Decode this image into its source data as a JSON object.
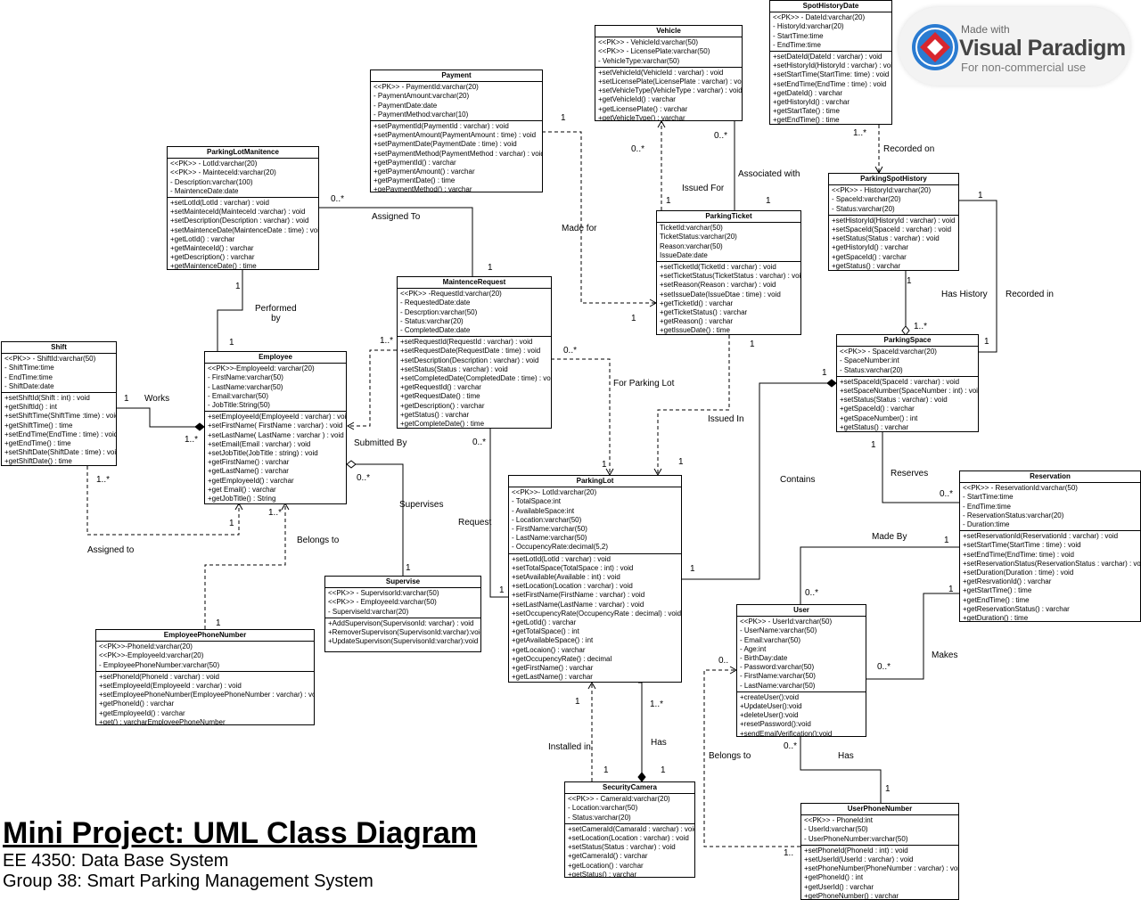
{
  "title": "Mini Project: UML Class Diagram",
  "subtitle1": "EE 4350: Data Base System",
  "subtitle2": "Group 38: Smart Parking Management System",
  "watermark": {
    "small": "Made with",
    "brand": "Visual Paradigm",
    "note": "For non-commercial use"
  },
  "classes": {
    "vehicle": {
      "name": "Vehicle",
      "attrs": [
        "<<PK>> - VehicleId:varchar(50)",
        "<<PK>> - LicensePlate:varchar(50)",
        "- VehicleType:varchar(50)"
      ],
      "methods": [
        "+setVehicleId(VehicleId : varchar) : void",
        "+setLicensePlate(LicensePlate : varchar) : void",
        "+setVehicleType(VehicleType : varchar) : void",
        "+getVehicleId() : varchar",
        "+getLicensePlate() : varchar",
        "+getVehicleType() : varchar"
      ]
    },
    "spothistorydate": {
      "name": "SpotHistoryDate",
      "attrs": [
        "<<PK>> - DateId:varchar(20)",
        "- HistoryId:varchar(20)",
        "- StartTime:time",
        "- EndTime:time"
      ],
      "methods": [
        "+setDateId(DateId : varchar) : void",
        "+setHistoryId(HistoryId : varchar) : void",
        "+setStartTime(StartTime: time) : void",
        "+setEndTime(EndTime : time) : void",
        "+getDateId() : varchar",
        "+getHistoryId() : varchar",
        "+getStartTate() : time",
        "+getEndTime() : time"
      ]
    },
    "payment": {
      "name": "Payment",
      "attrs": [
        "<<PK>> - PaymentId:varchar(20)",
        "- PaymentAmount:varchar(20)",
        "- PaymentDate:date",
        "- PaymentMethod:varchar(10)"
      ],
      "methods": [
        "+setPaymentId(PaymentId : varchar) : void",
        "+setPaymentAmount(PaymentAmount : time) : void",
        "+setPaymentDate(PaymentDate : time) : void",
        "+setPaymentMethod(PaymentMethod : varchar) : void",
        "+getPaymentId() : varchar",
        "+getPaymentAmount() : varchar",
        "+getPaymentDate() : time",
        "+gePaymentMethod() : varchar"
      ]
    },
    "parkinglotmaintenance": {
      "name": "ParkingLotManitence",
      "attrs": [
        "<<PK>> - LotId:varchar(20)",
        "<<PK>> - MainteceId:varchar(20)",
        "- Description:varchar(100)",
        "- MaintenceDate:date"
      ],
      "methods": [
        "+setLotId(LotId : varchar) : void",
        "+setMainteceId(MainteceId :varchar) : void",
        "+setDescription(Description : varchar) : void",
        "+setMaintenceDate(MaintenceDate : time) : void",
        "+getLotId() : varchar",
        "+getMainteceId() : varchar",
        "+getDescription() : varchar",
        "+getMaintenceDate() : time"
      ]
    },
    "parkingticket": {
      "name": "ParkingTicket",
      "attrs": [
        "TicketId:varchar(50)",
        "TicketStatus:varchar(20)",
        "Reason:varchar(50)",
        "IssueDate:date"
      ],
      "methods": [
        "+setTicketId(TicketId : varchar) : void",
        "+setTicketStatus(TicketStatus : varchar) : void",
        "+setReason(Reason : varchar) : void",
        "+setIssueDate(IssueDtae : time) : void",
        "+getTicketId() : varchar",
        "+getTicketStatus() : varchar",
        "+getReason() : varchar",
        "+getIssueDate() : time"
      ]
    },
    "parkingspothistory": {
      "name": "ParkingSpotHistory",
      "attrs": [
        "<<PK>> - HistoryId:varchar(20)",
        "- SpaceId:varchar(20)",
        "- Status:varchar(20)"
      ],
      "methods": [
        "+setHistoryId(HistoryId : varchar) : void",
        "+setSpaceId(SpaceId : varchar) : void",
        "+setStatus(Status : varchar) : void",
        "+getHistoryId() : varchar",
        "+getSpaceId() : varchar",
        "+getStatus() : varchar"
      ]
    },
    "maintenancerequest": {
      "name": "MaintenceRequest",
      "attrs": [
        "<<PK>> -RequestId:varchar(20)",
        "- RequestedDate:date",
        "- Descrption:varchar(50)",
        "- Status:varchar(20)",
        "- CompletedDate:date"
      ],
      "methods": [
        "+setRequestId(RequestId : varchar) : void",
        "+setRequestDate(RequestDate : time) : void",
        "+setDescription(Description : varchar) : void",
        "+setStatus(Status : varchar) : void",
        "+setCompletedDate(CompletedDate : time) : void",
        "+getRequestId() : varchar",
        "+getRequestDate() : time",
        "+getDescription() : varchar",
        "+getStatus() : varchar",
        "+getCompleteDate() : time"
      ]
    },
    "shift": {
      "name": "Shift",
      "attrs": [
        "<<PK>> - ShiftId:varchar(50)",
        "- ShiftTime:time",
        "- EndTime:time",
        "- ShiftDate:date"
      ],
      "methods": [
        "+setShiftId(Shift : int) : void",
        "+getShiftId() : int",
        "+setShiftTime(ShiftTime :time) : void",
        "+getShiftTime() : time",
        "+setEndTime(EndTime : time) : void",
        "+getEndTime() : time",
        "+setShiftDate(ShiftDate : time) : void",
        "+getShiftDate() : time"
      ]
    },
    "employee": {
      "name": "Employee",
      "attrs": [
        "<<PK>>-EmployeeId: varchar(20)",
        "- FirstName:varchar(50)",
        "- LastName:varchar(50)",
        "- Email:varchar(50)",
        "- JobTitle:String(50)"
      ],
      "methods": [
        "+setEmployeeId(EmployeeId : varchar) : void",
        "+setFirstName( FirstName : varchar) : void",
        "+setLastName( LastName : varchar ) : void",
        "+setEmail(Email : varchar) : void",
        "+setJobTitle(JobTitle : string) : void",
        "+getFirstName() : varchar",
        "+getLastName() : varchar",
        "+getEmployeeId() : varchar",
        "+get Email() : varchar",
        "+getJobTitle() : String"
      ]
    },
    "parkingspace": {
      "name": "ParkingSpace",
      "attrs": [
        "<<PK>> - SpaceId:varchar(20)",
        "- SpaceNumber:int",
        "- Status:varchar(20)"
      ],
      "methods": [
        "+setSpaceId(SpaceId : varchar) : void",
        "+setSpaceNumber(SpaceNumber : int) : void",
        "+setStatus(Status : varchar) : void",
        "+getSpaceId() : varchar",
        "+getSpaceNumber() : int",
        "+getStatus() : varchar"
      ]
    },
    "parkinglot": {
      "name": "ParkingLot",
      "attrs": [
        "<<PK>>- LotId:varchar(20)",
        "- TotalSpace:int",
        "- AvailableSpace:int",
        "- Location:varchar(50)",
        "- FirstName:varchar(50)",
        "- LastName:varchar(50)",
        "- OccupencyRate:decimal(5,2)"
      ],
      "methods": [
        "+setLotId(LotId : varchar) : void",
        "+setTotalSpace(TotalSpace : int) : void",
        "+setAvailable(Available : int) : void",
        "+setLocation(Location : varchar) : void",
        "+setFirstName(FirstName : varchar) : void",
        "+setLastName(LastName : varchar) : void",
        "+setOccupencyRate(OccupencyRate : decimal) : void",
        "+getLotId() : varchar",
        "+getTotalSpace() : int",
        "+getAvailableSpace() : int",
        "+getLocaion() : varchar",
        "+getOccupencyRate() : decimal",
        "+getFirstName() : varchar",
        "+getLastName() : varchar"
      ]
    },
    "reservation": {
      "name": "Reservation",
      "attrs": [
        "<<PK>> - ReservationId:varchar(50)",
        "- StartTime:time",
        "- EndTime:time",
        "- ReservationStatus:varchar(20)",
        "- Duration:time"
      ],
      "methods": [
        "+setReservationId(ReservationId : varchar) : void",
        "+setStartTime(StartTime : time) : void",
        "+setEndTime(EndTime: time) : void",
        "+setReservationStatus(ReservationStatus : varchar) : void",
        "+setDuration(Duration : time) : void",
        "+getResrvationId() : varchar",
        "+getStartTime() : time",
        "+getEndTime() : time",
        "+getReservationStatus() : varchar",
        "+getDuration() : time"
      ]
    },
    "supervise": {
      "name": "Supervise",
      "attrs": [
        "<<PK>> - SupervisorId:varchar(50)",
        "<<PK>> - EmployeeId:varchar(50)",
        "- SuperviseId:varchar(20)"
      ],
      "methods": [
        "+AddSupervison(SupervisonId: varchar) : void",
        "+RemoverSupervison(SupervisonId:varchar):void",
        "+UpdateSupervison(SupervisonId:varchar):void"
      ]
    },
    "user": {
      "name": "User",
      "attrs": [
        "<<PK>> - UserId:varchar(50)",
        "- UserName:varchar(50)",
        "- Email:varchar(50)",
        "- Age:int",
        "- BirthDay:date",
        "- Password:varchar(50)",
        "- FirstName:varchar(50)",
        "- LastName:varchar(50)"
      ],
      "methods": [
        "+createUser():void",
        "+UpdateUser():void",
        "+deleteUser():void",
        "+resetPassword():void",
        "+sendEmailVerification():void"
      ]
    },
    "employeephonenumber": {
      "name": "EmployeePhoneNumber",
      "attrs": [
        "<<PK>>-PhoneId:varchar(20)",
        "<<PK>>-EmployeeId:varchar(20)",
        "- EmployeePhoneNumber:varchar(50)"
      ],
      "methods": [
        "+setPhoneId(PhoneId : varchar) : void",
        "+setEmployeeId(EmployeeId : varchar) : void",
        "+setEmployeePhoneNumber(EmployeePhoneNumber : varchar) : void",
        "+getPhoneId() : varchar",
        "+getEmployeeId() : varchar",
        "+get() : varcharEmployeePhoneNumber"
      ]
    },
    "securitycamera": {
      "name": "SecurityCamera",
      "attrs": [
        "<<PK>> - CameraId:varchar(20)",
        "- Location:varchar(50)",
        "- Status:varchar(20)"
      ],
      "methods": [
        "+setCameraId(CamaraId : varchar) : void",
        "+setLocation(Location : varchar) : void",
        "+setStatus(Status : varchar) : void",
        "+getCameraId() : varchar",
        "+getLocation() : varchar",
        "+getStatus() : varchar"
      ]
    },
    "userphonenumber": {
      "name": "UserPhoneNumber",
      "attrs": [
        "<<PK>> - PhoneId:int",
        "- UserId:varchar(50)",
        "- UserPhoneNumber:varchar(50)"
      ],
      "methods": [
        "+setPhoneId(PhoneId : int) : void",
        "+setUserId(UserId : varchar) : void",
        "+setPhoneNumber(PhoneNumber : varchar) : void",
        "+getPhoneId() : int",
        "+getUserId() : varchar",
        "+getPhoneNumber() : varchar"
      ]
    }
  },
  "associations": {
    "payment_1": "1",
    "assigned_to_1": "Assigned To",
    "made_for": "Made for",
    "issued_for": "Issued For",
    "associated_with": "Associated with",
    "recorded_on": "Recorded on",
    "has_history": "Has History",
    "recorded_in": "Recorded in",
    "performed_by": "Performed\nby",
    "works": "Works",
    "submitted_by": "Submitted By",
    "supervises": "Supervises",
    "for_parking_lot": "For Parking Lot",
    "issued_in": "Issued In",
    "contains": "Contains",
    "reserves": "Reserves",
    "made_by": "Made By",
    "makes": "Makes",
    "request": "Request",
    "belongs_to_emp": "Belongs to",
    "assigned_to_shift": "Assigned to",
    "installed_in": "Installed in",
    "has_camera": "Has",
    "belongs_to_user": "Belongs to",
    "has_phone": "Has"
  },
  "multiplicities": [
    "1",
    "0..*",
    "1",
    "0..*",
    "1",
    "1..*",
    "1",
    "1",
    "0..*",
    "1",
    "1",
    "1",
    "1..*",
    "1",
    "1",
    "1",
    "1",
    "1..*",
    "1..*",
    "1",
    "0..*",
    "0..*",
    "1",
    "1",
    "1",
    "1",
    "1",
    "0..*",
    "1..*",
    "1",
    "1",
    "1..*",
    "1",
    "1..*",
    "1",
    "1",
    "1",
    "1",
    "0..*",
    "1",
    "1",
    "0..*",
    "0..",
    "0..*",
    "1",
    "1.."
  ]
}
